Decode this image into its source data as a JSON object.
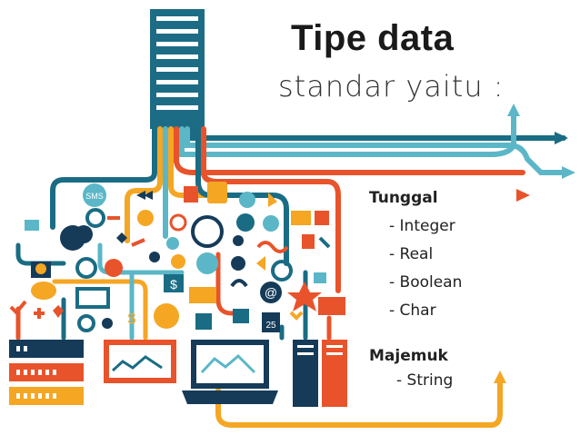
{
  "title": "Tipe data",
  "subtitle": "standar yaitu :",
  "groups": [
    {
      "heading": "Tunggal",
      "items": [
        "- Integer",
        "- Real",
        "- Boolean",
        "- Char"
      ]
    },
    {
      "heading": "Majemuk",
      "items": [
        "- String"
      ]
    }
  ],
  "icon_labels": {
    "sms": "SMS",
    "calendar": "25"
  },
  "colors": {
    "teal": "#1a6c84",
    "lightblue": "#5bb7c7",
    "orange": "#e8532b",
    "yellow": "#f5a623",
    "darknavy": "#153b59",
    "red": "#d9442d"
  }
}
